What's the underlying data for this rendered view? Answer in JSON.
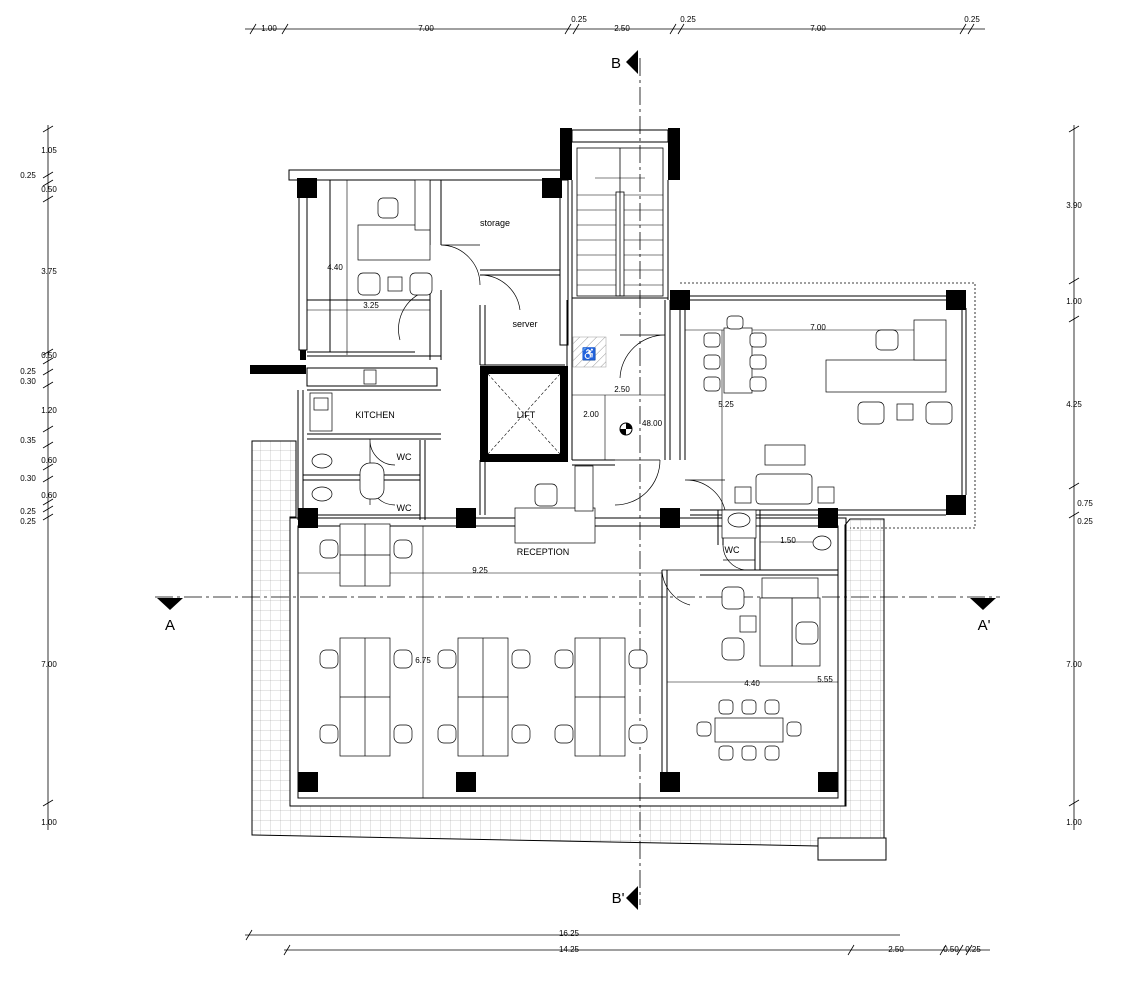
{
  "rooms": {
    "storage": "storage",
    "server": "server",
    "kitchen": "KITCHEN",
    "wc1": "WC",
    "wc2": "WC",
    "wc3": "WC",
    "lift": "LIFT",
    "reception": "RECEPTION"
  },
  "sections": {
    "a_left": "A",
    "a_right": "A'",
    "b_top": "B",
    "b_bottom": "B'"
  },
  "level_mark": "48.00",
  "dimensions": {
    "top": [
      "1.00",
      "7.00",
      "0.25",
      "2.50",
      "0.25",
      "7.00",
      "0.25"
    ],
    "left": [
      "1.05",
      "0.25",
      "0.50",
      "3.75",
      "0.50",
      "0.25",
      "0.30",
      "1.20",
      "0.35",
      "0.60",
      "0.30",
      "0.60",
      "0.25",
      "0.25",
      "7.00",
      "1.00"
    ],
    "right": [
      "3.90",
      "1.00",
      "4.25",
      "0.75",
      "0.25",
      "7.00",
      "1.00"
    ],
    "bottom_total": "16.25",
    "bottom_parts": [
      "14.25",
      "2.50",
      "0.50",
      "0.25"
    ],
    "interior": {
      "office_h": "4.40",
      "office_w": "3.25",
      "stair_w": "2.50",
      "stair_h": "2.00",
      "exec_w": "7.00",
      "exec_h": "5.25",
      "open_w": "9.25",
      "open_h": "6.75",
      "wc_w": "1.50",
      "meeting_w": "4.40",
      "meeting_h": "5.55"
    }
  }
}
